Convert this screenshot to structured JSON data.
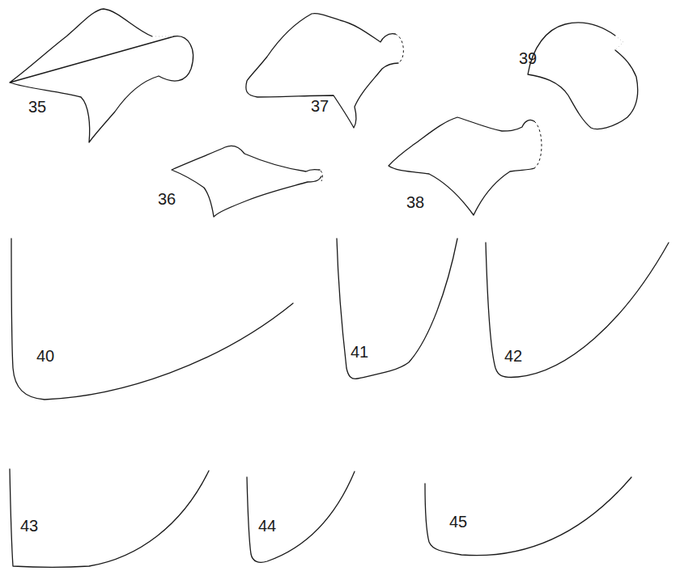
{
  "diagram": {
    "labels": [
      "35",
      "36",
      "37",
      "38",
      "39",
      "40",
      "41",
      "42",
      "43",
      "44",
      "45"
    ]
  }
}
